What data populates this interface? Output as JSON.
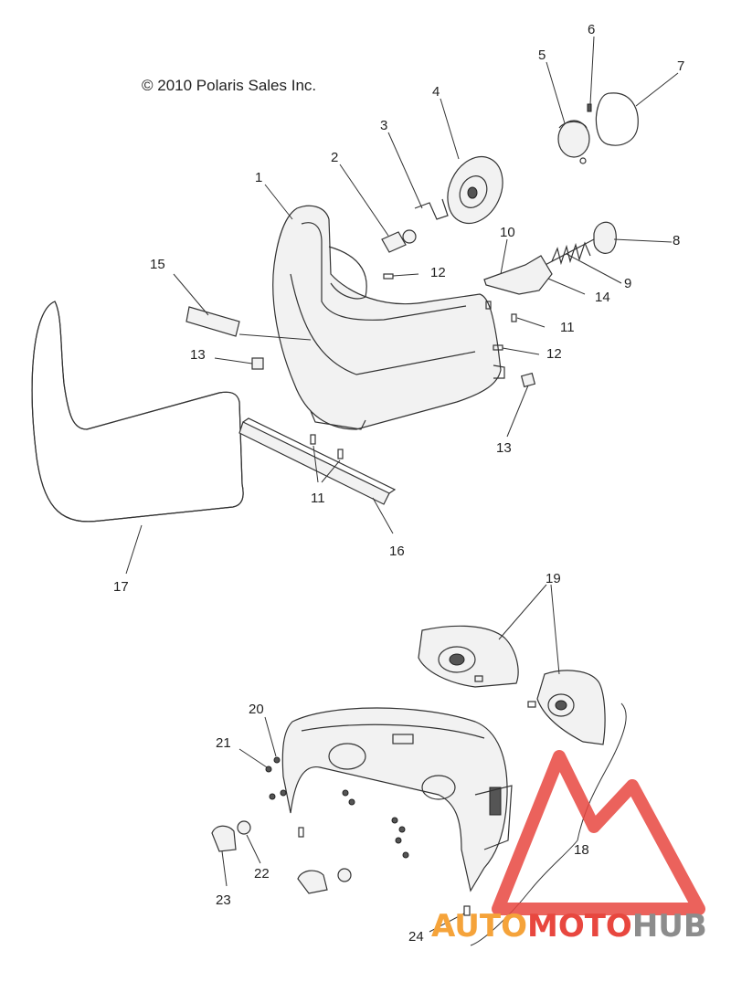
{
  "copyright": "© 2010 Polaris Sales Inc.",
  "watermark": {
    "part1": "AUTO",
    "part2": "MOTO",
    "part3": "HUB",
    "colors": {
      "orange": "#f5a33a",
      "red": "#e8473f",
      "gray": "#8c8c8c"
    }
  },
  "callouts": {
    "c1": "1",
    "c2": "2",
    "c3": "3",
    "c4": "4",
    "c5": "5",
    "c6": "6",
    "c7": "7",
    "c8": "8",
    "c9": "9",
    "c10": "10",
    "c11a": "11",
    "c11b": "11",
    "c12a": "12",
    "c12b": "12",
    "c13a": "13",
    "c13b": "13",
    "c14": "14",
    "c15": "15",
    "c16": "16",
    "c17": "17",
    "c18": "18",
    "c19": "19",
    "c20": "20",
    "c21": "21",
    "c22": "22",
    "c23": "23",
    "c24": "24"
  }
}
